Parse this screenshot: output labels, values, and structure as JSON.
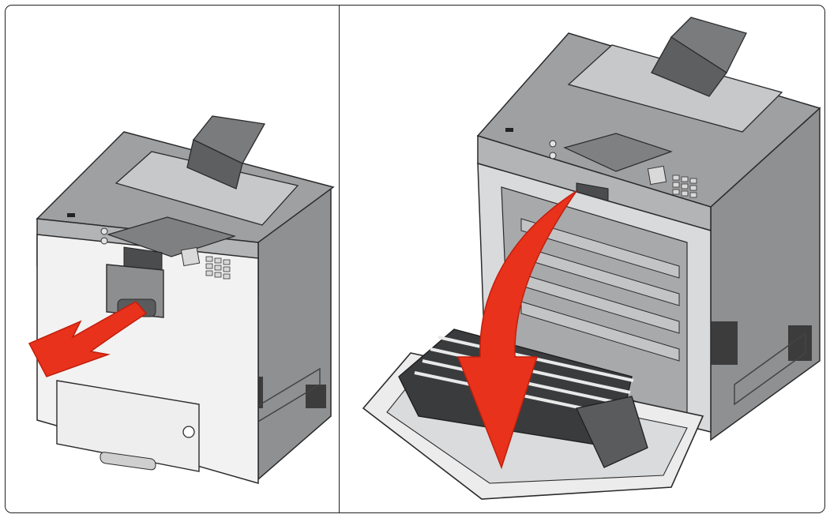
{
  "figure": {
    "panels": [
      {
        "id": "left",
        "step": "open-front-door-handle"
      },
      {
        "id": "right",
        "step": "lower-front-door"
      }
    ],
    "colors": {
      "arrow": "#e8321c",
      "arrow_shadow": "#c11f0c",
      "printer_dark": "#6d6e70",
      "printer_mid": "#9a9b9d",
      "printer_light": "#d6d7d9",
      "body": "#f1f1f1",
      "outline": "#2b2b2b",
      "frame_border": "#222222"
    },
    "icons": [
      "printer-closed",
      "printer-door-open",
      "curved-arrow",
      "pull-arrow"
    ]
  }
}
